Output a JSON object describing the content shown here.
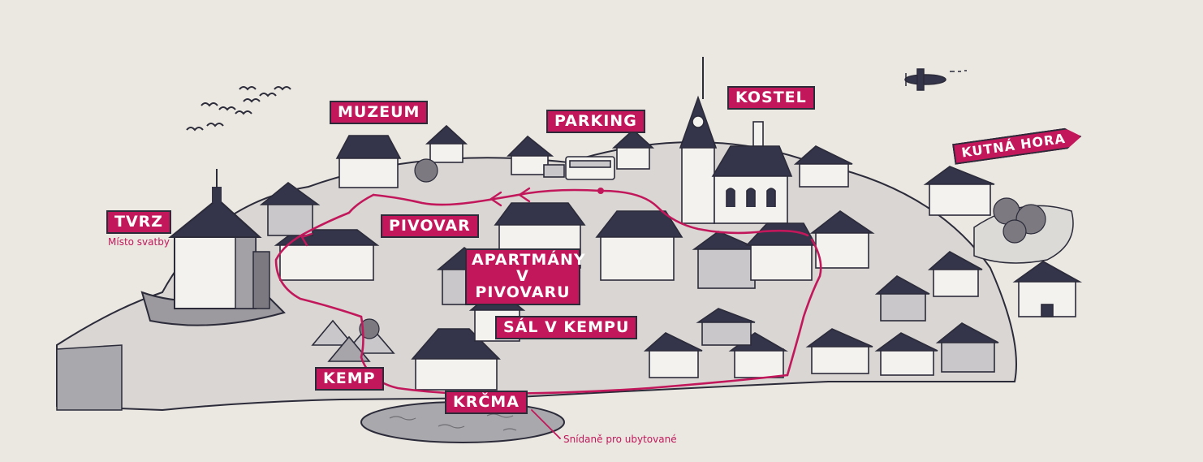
{
  "labels": {
    "tvrz": "TVRZ",
    "tvrz_note": "Místo svatby",
    "muzeum": "MUZEUM",
    "parking": "PARKING",
    "kostel": "KOSTEL",
    "kutna_hora": "KUTNÁ HORA",
    "pivovar": "PIVOVAR",
    "apartmany": "APARTMÁNY V PIVOVARU",
    "sal_v_kempu": "SÁL V KEMPU",
    "kemp": "KEMP",
    "krcma": "KRČMA",
    "krcma_note": "Snídaně pro ubytované"
  },
  "colors": {
    "accent": "#c2185b",
    "ink": "#2b2b3a",
    "background": "#ebe7e1",
    "roof": "#34344a",
    "wall": "#f4f2ee",
    "shade": "#b7b5b8",
    "water": "#a9a9ad"
  }
}
